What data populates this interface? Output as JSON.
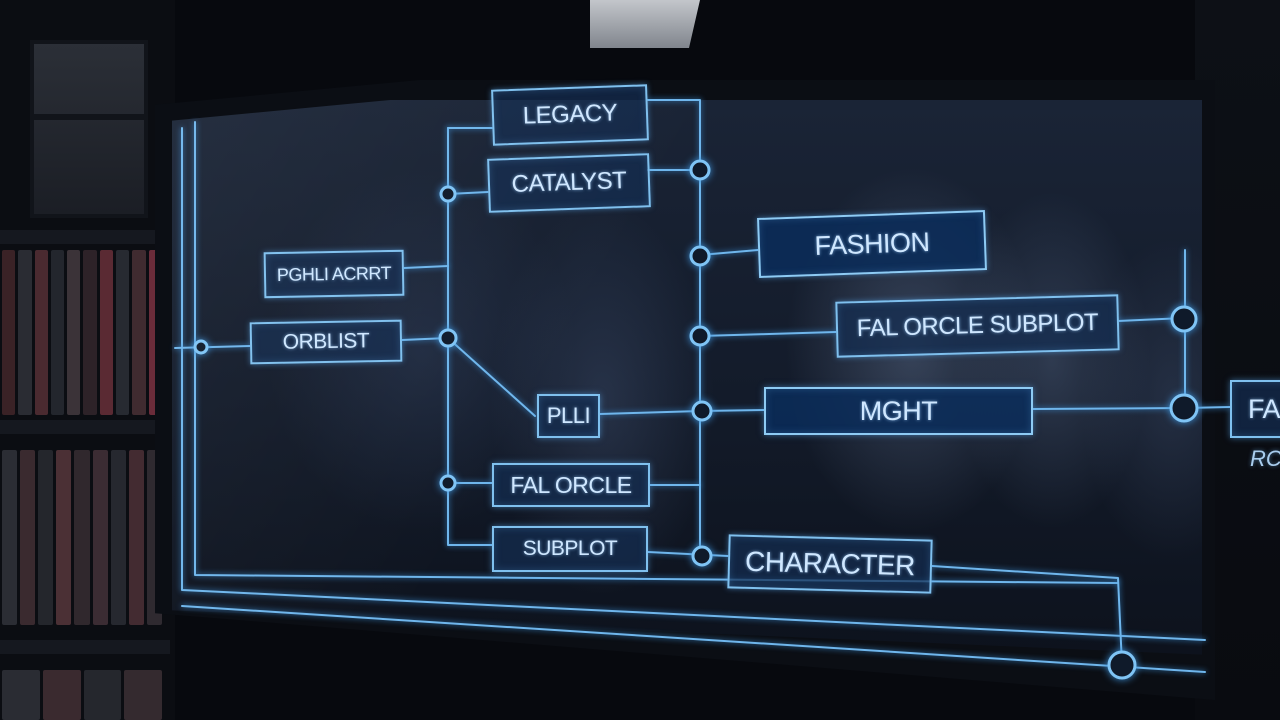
{
  "diagram": {
    "nodes": {
      "legacy": "LEGACY",
      "catalyst": "CATALYST",
      "left_upper": "PGHLI ACRRT",
      "left_lower": "ORBLIST",
      "pill": "PLLI",
      "fal_orcle": "FAL ORCLE",
      "sublot": "SUBPLOT",
      "fashion": "FASHION",
      "fal_orcle_subplot": "FAL ORCLE SUBPLOT",
      "mght": "MGHT",
      "character": "CHARACTER",
      "right_partial": "FA",
      "right_caption": "RC"
    }
  },
  "colors": {
    "line": "#6fb6ec",
    "box_border": "#7fc0ee",
    "box_fill": "#142d50",
    "text": "#cfe7ff"
  }
}
